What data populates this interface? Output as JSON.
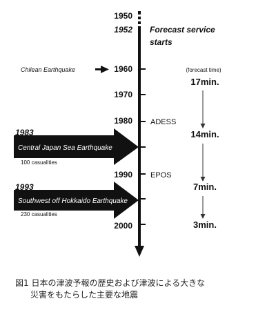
{
  "timeline": {
    "years": [
      "1950",
      "1952",
      "1960",
      "1970",
      "1980",
      "1990",
      "2000"
    ],
    "forecast_service": {
      "year": "1952",
      "line1": "Forecast service",
      "line2": "starts"
    },
    "chilean": "Chilean Earthquake",
    "systems": [
      "ADESS",
      "EPOS"
    ],
    "forecast_header": "(forecast time)",
    "forecast_times": [
      "17min.",
      "14min.",
      "7min.",
      "3min."
    ]
  },
  "events": [
    {
      "year": "1983",
      "name": "Central Japan Sea Earthquake",
      "casualties": "100 casualities"
    },
    {
      "year": "1993",
      "name": "Southwest off Hokkaido Earthquake",
      "casualties": "230 casualities"
    }
  ],
  "caption": {
    "line1": "図1 日本の津波予報の歴史および津波による大きな",
    "line2": "災害をもたらした主要な地震"
  }
}
